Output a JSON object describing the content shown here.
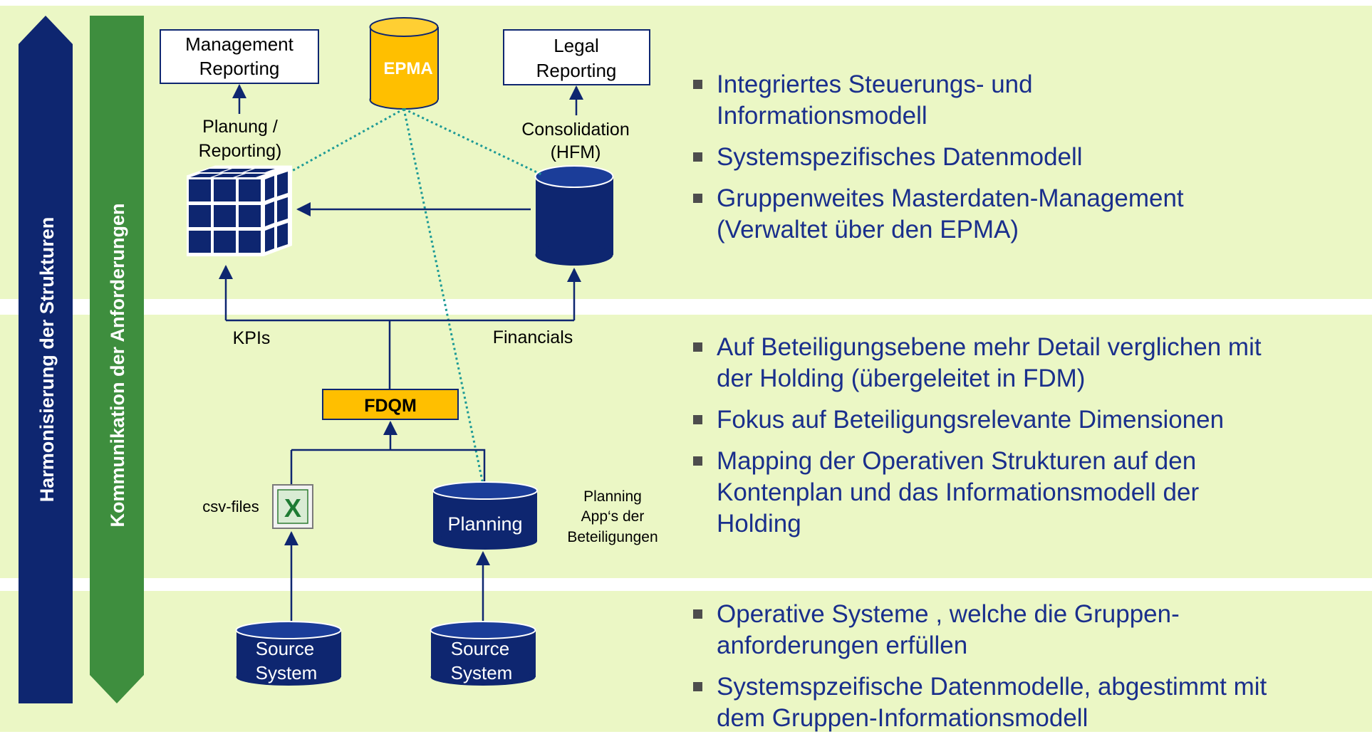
{
  "side_arrows": {
    "harmonisierung": "Harmonisierung der Strukturen",
    "kommunikation": "Kommunikation der Anforderungen"
  },
  "nodes": {
    "management_reporting": [
      "Management",
      "Reporting"
    ],
    "legal_reporting": [
      "Legal",
      "Reporting"
    ],
    "epma": "EPMA",
    "planung_reporting": [
      "Planung /",
      "Reporting)"
    ],
    "consolidation": [
      "Consolidation",
      "(HFM)"
    ],
    "kpis": "KPIs",
    "financials": "Financials",
    "fdqm": "FDQM",
    "csv_files": "csv-files",
    "planning": "Planning",
    "planning_apps": [
      "Planning",
      "App‘s der",
      "Beteiligungen"
    ],
    "source_system_1": [
      "Source",
      "System"
    ],
    "source_system_2": [
      "Source",
      "System"
    ]
  },
  "bullets": {
    "top": [
      "Integriertes Steuerungs- und Informationsmodell",
      "Systemspezifisches Datenmodell",
      "Gruppenweites Masterdaten-Management (Verwaltet über den EPMA)"
    ],
    "middle": [
      "Auf Beteiligungsebene mehr Detail verglichen mit der Holding (übergeleitet in FDM)",
      "Fokus auf Beteiligungsrelevante Dimensionen",
      "Mapping der Operativen Strukturen auf den Kontenplan und das Informationsmodell der Holding"
    ],
    "bottom": [
      "Operative Systeme , welche die Gruppen-anforderungen erfüllen",
      "Systemspzeifische Datenmodelle, abgestimmt mit dem Gruppen-Informationsmodell"
    ]
  },
  "colors": {
    "band": "#ebf7c5",
    "navy": "#0e2670",
    "green": "#3e8e3e",
    "orange": "#ffbf00",
    "bullet_text": "#1a2f8c",
    "dotted": "#1c9a96"
  },
  "icons": [
    "excel-icon",
    "cube-icon",
    "database-icon"
  ]
}
